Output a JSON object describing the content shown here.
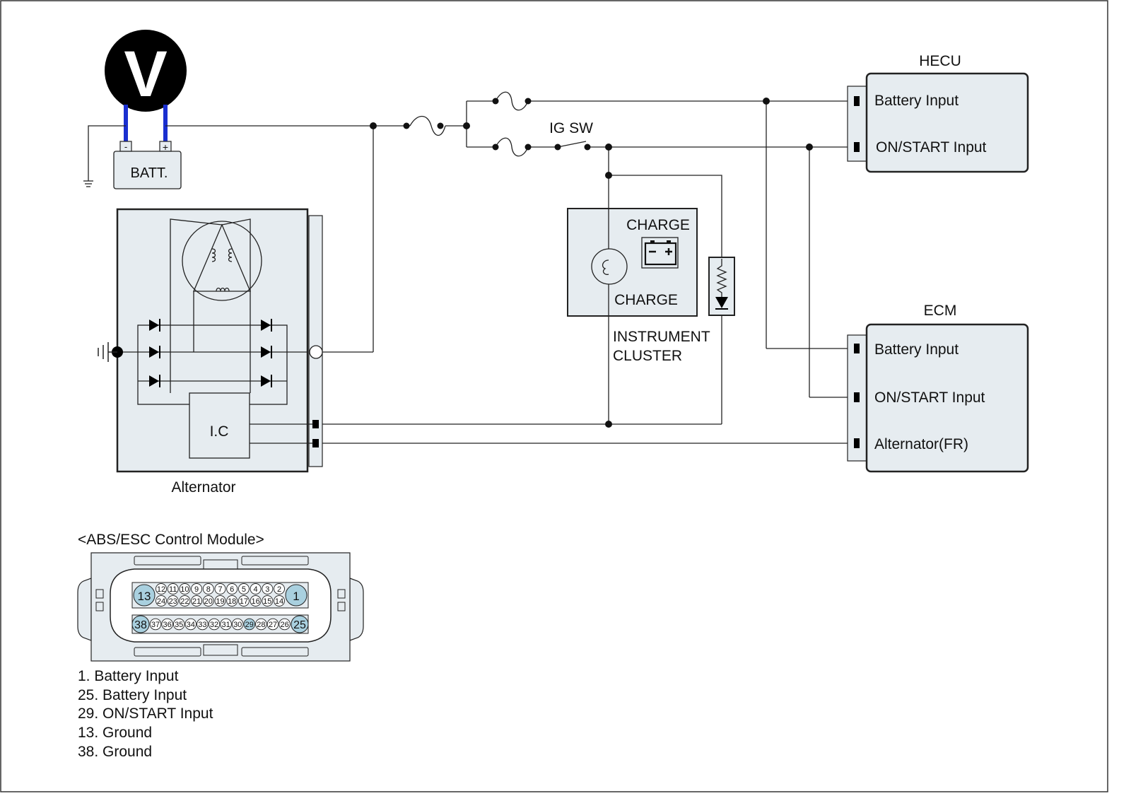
{
  "colors": {
    "module_fill": "#e6ecf0",
    "wire": "#222222",
    "voltmeter_lead": "#1a2fd0",
    "pin_highlight": "#a9d0df"
  },
  "voltmeter": {
    "symbol": "V"
  },
  "battery": {
    "label": "BATT.",
    "neg": "-",
    "pos": "+"
  },
  "ig_switch": {
    "label": "IG SW"
  },
  "hecu": {
    "title": "HECU",
    "pins": [
      "Battery Input",
      "ON/START Input"
    ]
  },
  "ecm": {
    "title": "ECM",
    "pins": [
      "Battery Input",
      "ON/START Input",
      "Alternator(FR)"
    ]
  },
  "cluster": {
    "lamp_label_top": "CHARGE",
    "lamp_label_bottom": "CHARGE",
    "name_line1": "INSTRUMENT",
    "name_line2": "CLUSTER"
  },
  "alternator": {
    "label": "Alternator",
    "ic_label": "I.C"
  },
  "connector": {
    "title": "<ABS/ESC Control Module>",
    "row1_left": "13",
    "row1_right": "1",
    "row1_top": [
      "12",
      "11",
      "10",
      "9",
      "8",
      "7",
      "6",
      "5",
      "4",
      "3",
      "2"
    ],
    "row1_bottom": [
      "24",
      "23",
      "22",
      "21",
      "20",
      "19",
      "18",
      "17",
      "16",
      "15",
      "14"
    ],
    "row2_left": "38",
    "row2_right": "25",
    "row2": [
      "37",
      "36",
      "35",
      "34",
      "33",
      "32",
      "31",
      "30",
      "29",
      "28",
      "27",
      "26"
    ],
    "highlighted_pins": [
      "13",
      "1",
      "38",
      "25",
      "29"
    ]
  },
  "pin_legend": [
    "1. Battery Input",
    "25. Battery Input",
    "29. ON/START Input",
    "13. Ground",
    "38. Ground"
  ]
}
